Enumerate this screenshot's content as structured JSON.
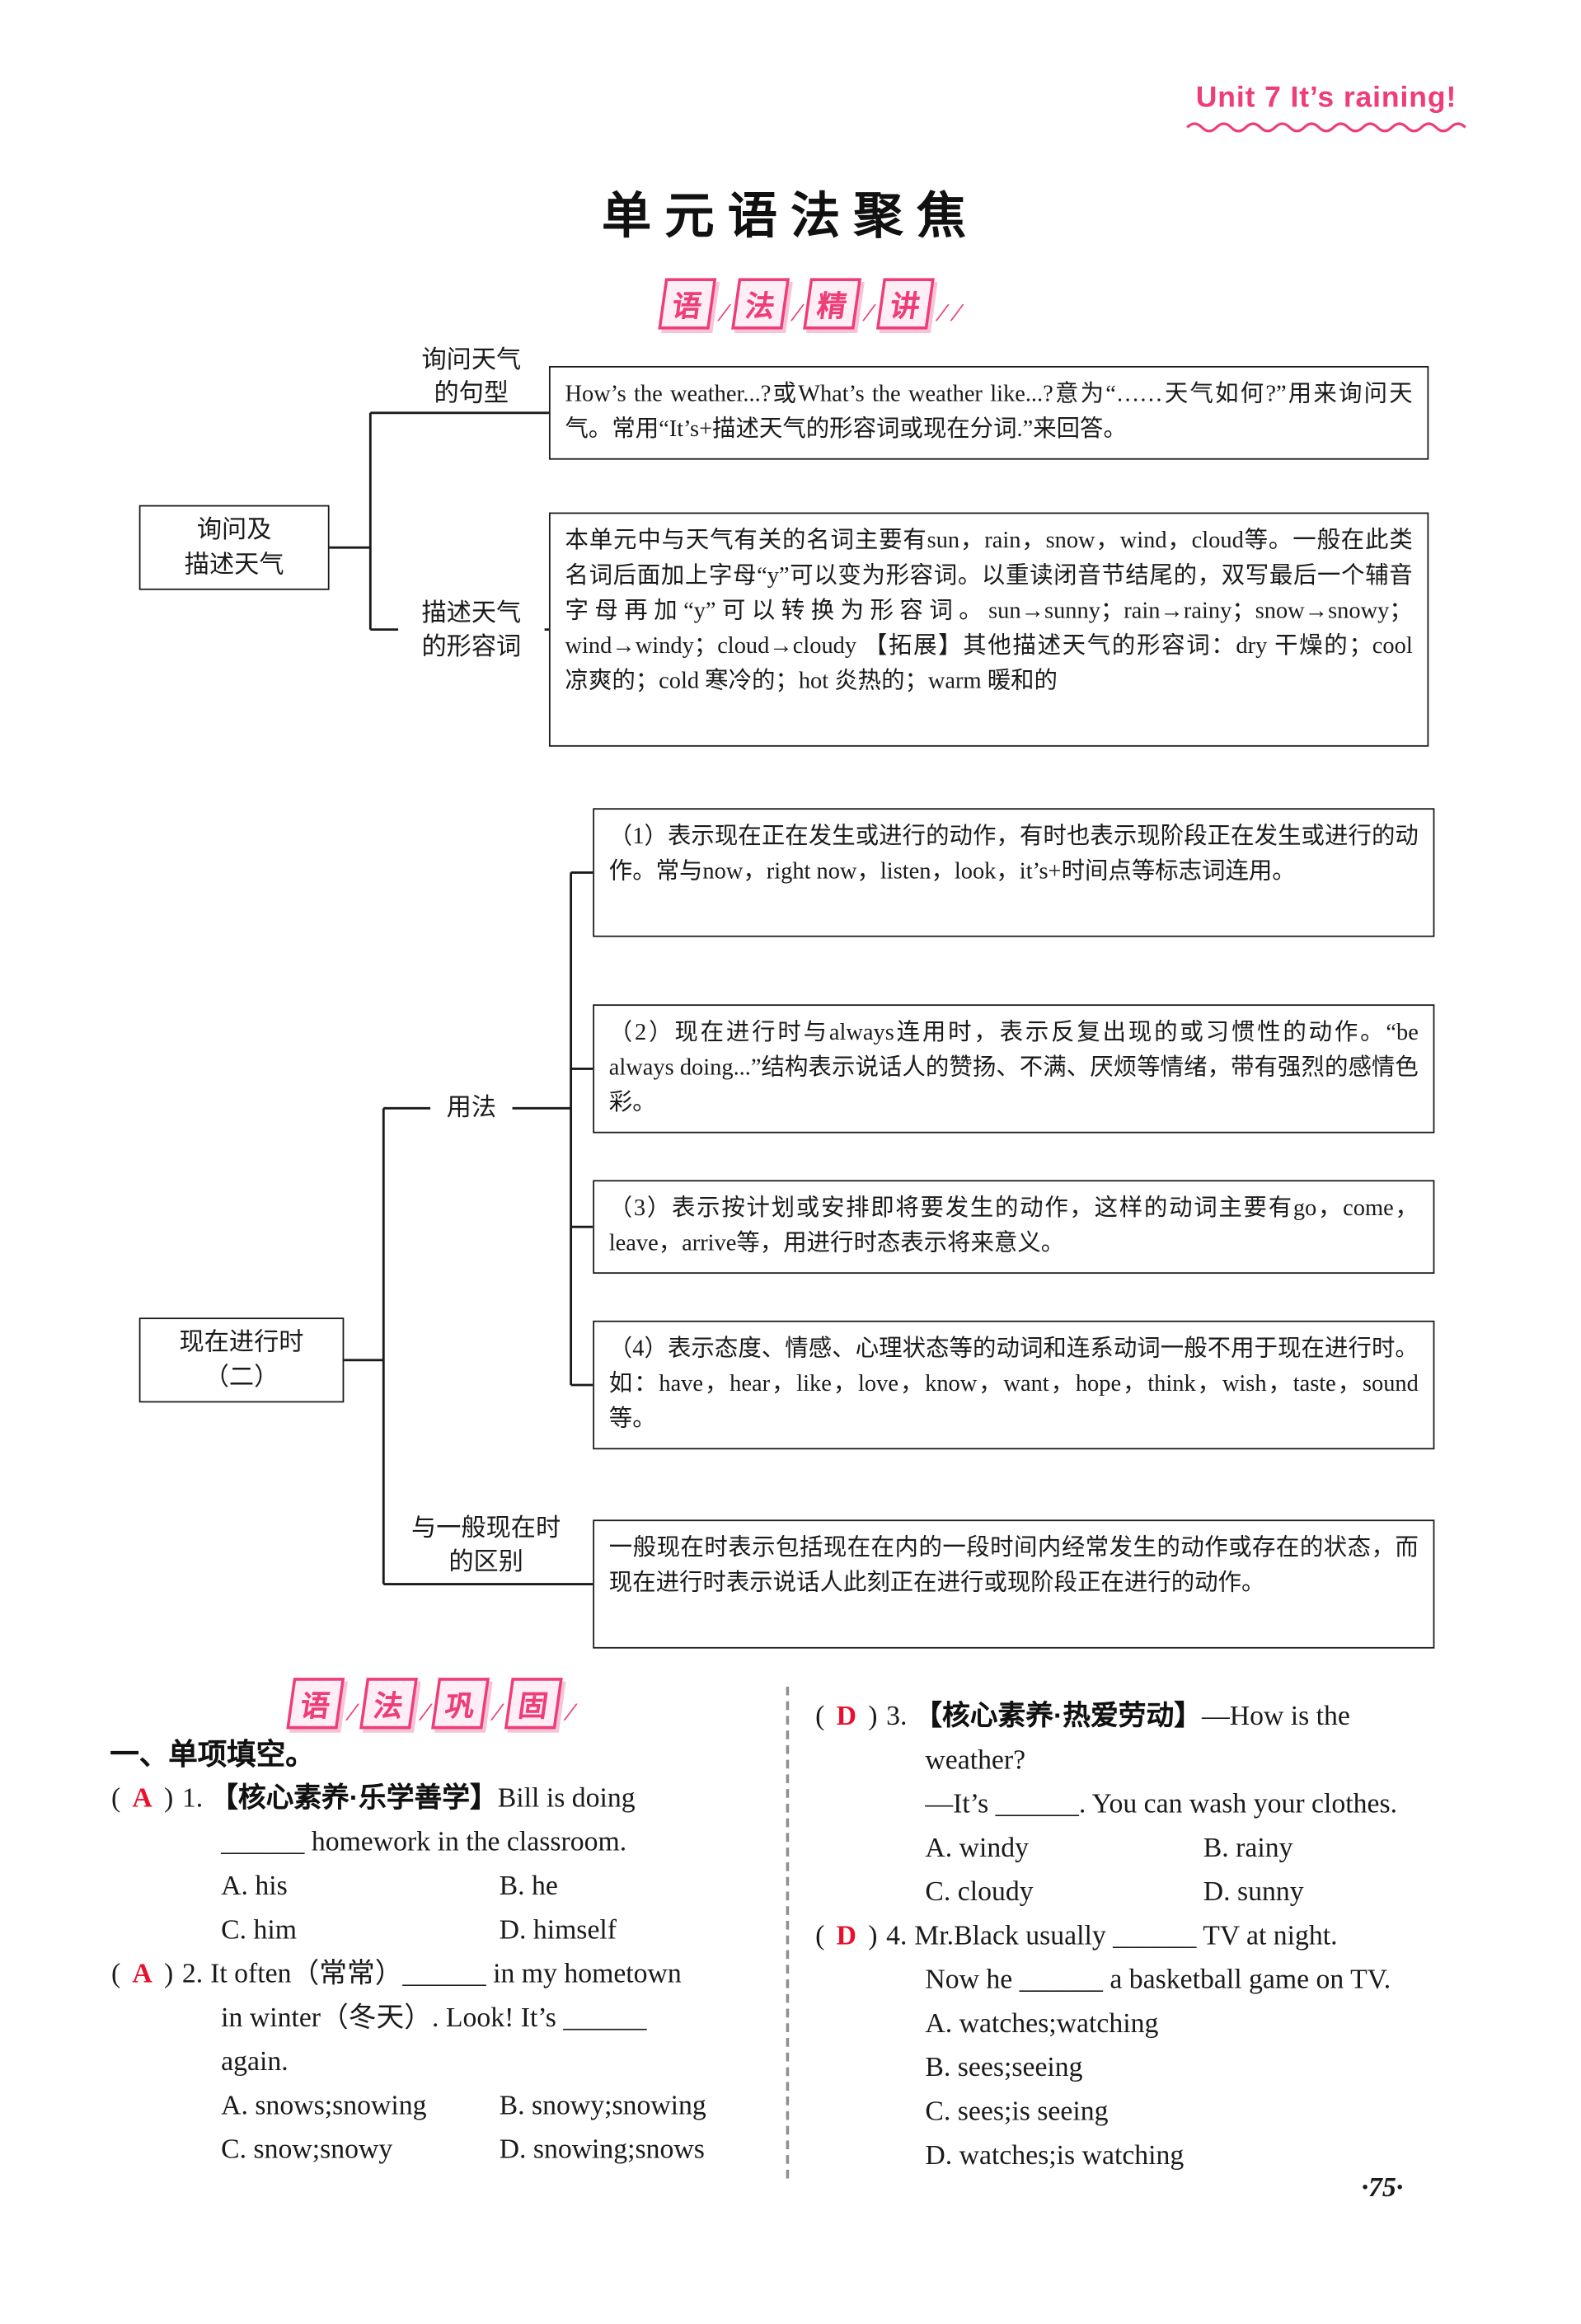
{
  "colors": {
    "accent_pink": "#ee3d77",
    "answer_red": "#e8112d",
    "ink": "#1a1a1a"
  },
  "page": {
    "unit_header": "Unit 7  It’s raining!",
    "title": "单元语法聚焦",
    "page_number": "·75·"
  },
  "badges": {
    "explain": [
      "语",
      "法",
      "精",
      "讲"
    ],
    "consolidate": [
      "语",
      "法",
      "巩",
      "固"
    ],
    "slash": "/"
  },
  "grammar_focus": {
    "weather_map": {
      "root": [
        "询问及",
        "描述天气"
      ],
      "branches": [
        {
          "label": [
            "询问天气",
            "的句型"
          ],
          "text": "How’s the weather...?或What’s the weather like...?意为“……天气如何?”用来询问天气。常用“It’s+描述天气的形容词或现在分词.”来回答。"
        },
        {
          "label": [
            "描述天气",
            "的形容词"
          ],
          "text": "本单元中与天气有关的名词主要有sun，rain，snow，wind，cloud等。一般在此类名词后面加上字母“y”可以变为形容词。以重读闭音节结尾的，双写最后一个辅音字母再加“y”可以转换为形容词。sun→sunny；rain→rainy；snow→snowy；wind→windy；cloud→cloudy 【拓展】其他描述天气的形容词：dry 干燥的；cool 凉爽的；cold 寒冷的；hot 炎热的；warm 暖和的"
        }
      ]
    },
    "tense_map": {
      "root": [
        "现在进行时",
        "（二）"
      ],
      "usage_label": "用法",
      "usages": [
        "（1）表示现在正在发生或进行的动作，有时也表示现阶段正在发生或进行的动作。常与now，right now，listen，look，it’s+时间点等标志词连用。",
        "（2）现在进行时与always连用时，表示反复出现的或习惯性的动作。“be always doing...”结构表示说话人的赞扬、不满、厌烦等情绪，带有强烈的感情色彩。",
        "（3）表示按计划或安排即将要发生的动作，这样的动词主要有go，come，leave，arrive等，用进行时态表示将来意义。",
        "（4）表示态度、情感、心理状态等的动词和连系动词一般不用于现在进行时。如：have，hear，like，love，know，want，hope，think，wish，taste，sound等。"
      ],
      "diff_label": [
        "与一般现在时",
        "的区别"
      ],
      "diff_text": "一般现在时表示包括现在在内的一段时间内经常发生的动作或存在的状态，而现在进行时表示说话人此刻正在进行或现阶段正在进行的动作。"
    }
  },
  "practice": {
    "section_title": "一、单项填空。",
    "paren_open": "(",
    "paren_close": ")",
    "questions": [
      {
        "answer": "A",
        "number": "1.",
        "tag": "【核心素养·乐学善学】",
        "stem_lines": [
          "Bill is doing",
          "______ homework in the classroom."
        ],
        "options": [
          "A. his",
          "B. he",
          "C. him",
          "D. himself"
        ]
      },
      {
        "answer": "A",
        "number": "2.",
        "stem_lines": [
          "It often（常常）______ in my hometown",
          "in winter（冬天）. Look! It’s ______",
          "again."
        ],
        "options": [
          "A. snows;snowing",
          "B. snowy;snowing",
          "C. snow;snowy",
          "D. snowing;snows"
        ]
      },
      {
        "answer": "D",
        "number": "3.",
        "tag": "【核心素养·热爱劳动】",
        "stem_lines": [
          "—How is the",
          "weather?",
          "—It’s ______. You can wash your clothes."
        ],
        "options": [
          "A. windy",
          "B. rainy",
          "C. cloudy",
          "D. sunny"
        ]
      },
      {
        "answer": "D",
        "number": "4.",
        "stem_lines": [
          "Mr.Black usually ______ TV at night.",
          "Now he ______ a basketball game on TV."
        ],
        "options": [
          "A. watches;watching",
          "B. sees;seeing",
          "C. sees;is seeing",
          "D. watches;is watching"
        ]
      }
    ]
  }
}
